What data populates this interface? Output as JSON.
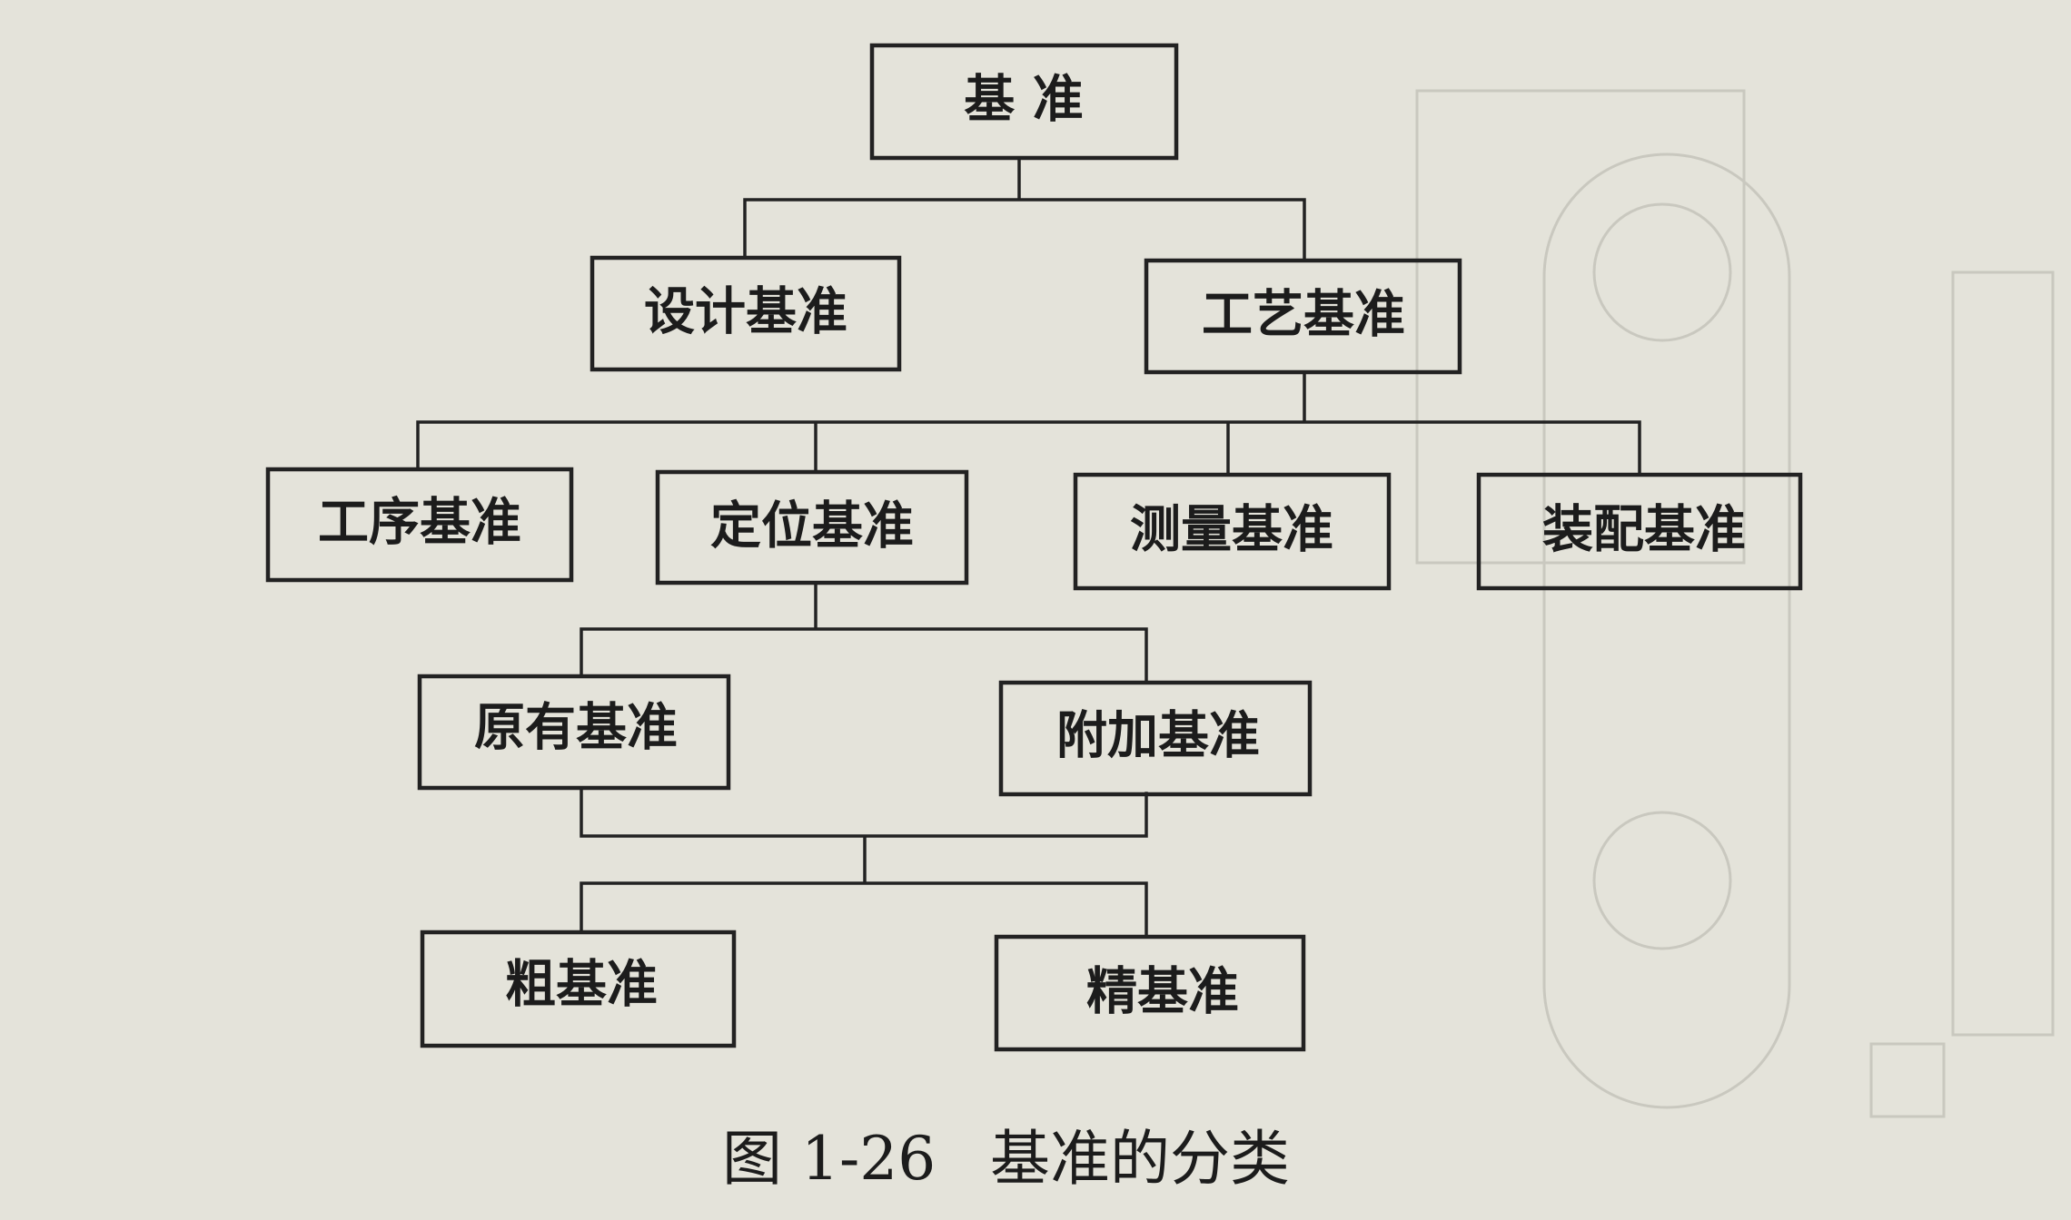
{
  "diagram": {
    "root": "基 准",
    "design": "设计基准",
    "process": "工艺基准",
    "operation": "工序基准",
    "locating": "定位基准",
    "measuring": "测量基准",
    "assembly": "装配基准",
    "original": "原有基准",
    "additional": "附加基准",
    "rough": "粗基准",
    "fine": "精基准"
  },
  "caption": {
    "figure_no": "图 1-26",
    "title": "基准的分类"
  }
}
